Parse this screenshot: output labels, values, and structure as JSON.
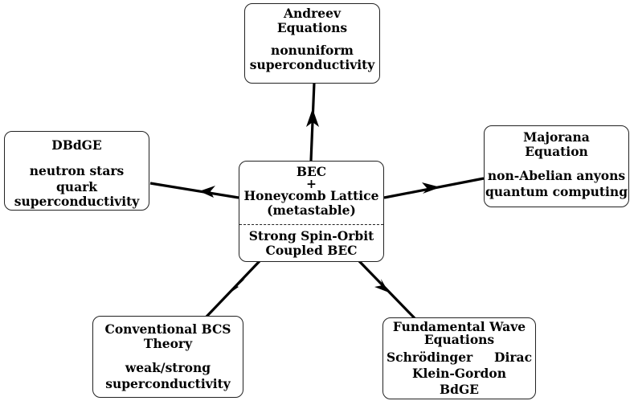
{
  "center": {
    "top_lines": [
      "BEC",
      "+",
      "Honeycomb Lattice",
      "(metastable)"
    ],
    "bottom_lines": [
      "Strong Spin-Orbit",
      "Coupled BEC"
    ]
  },
  "nodes": {
    "andreev": {
      "title_lines": [
        "Andreev",
        "Equations"
      ],
      "body_lines": [
        "nonuniform",
        "superconductivity"
      ]
    },
    "dbdge": {
      "title_lines": [
        "DBdGE"
      ],
      "body_lines": [
        "neutron stars",
        "quark",
        "superconductivity"
      ]
    },
    "majorana": {
      "title_lines": [
        "Majorana",
        "Equation"
      ],
      "body_lines": [
        "non-Abelian anyons",
        "quantum computing"
      ]
    },
    "bcs": {
      "title_lines": [
        "Conventional BCS",
        "Theory"
      ],
      "body_lines": [
        "weak/strong",
        "superconductivity"
      ]
    },
    "fundamental": {
      "title_lines": [
        "Fundamental Wave",
        "Equations"
      ],
      "body_lines": [
        "Schrödinger",
        "Dirac",
        "Klein-Gordon",
        "BdGE"
      ]
    }
  },
  "edges": [
    {
      "from": "center",
      "to": "andreev"
    },
    {
      "from": "center",
      "to": "dbdge"
    },
    {
      "from": "center",
      "to": "majorana"
    },
    {
      "from": "center",
      "to": "bcs"
    },
    {
      "from": "center",
      "to": "fundamental"
    }
  ]
}
